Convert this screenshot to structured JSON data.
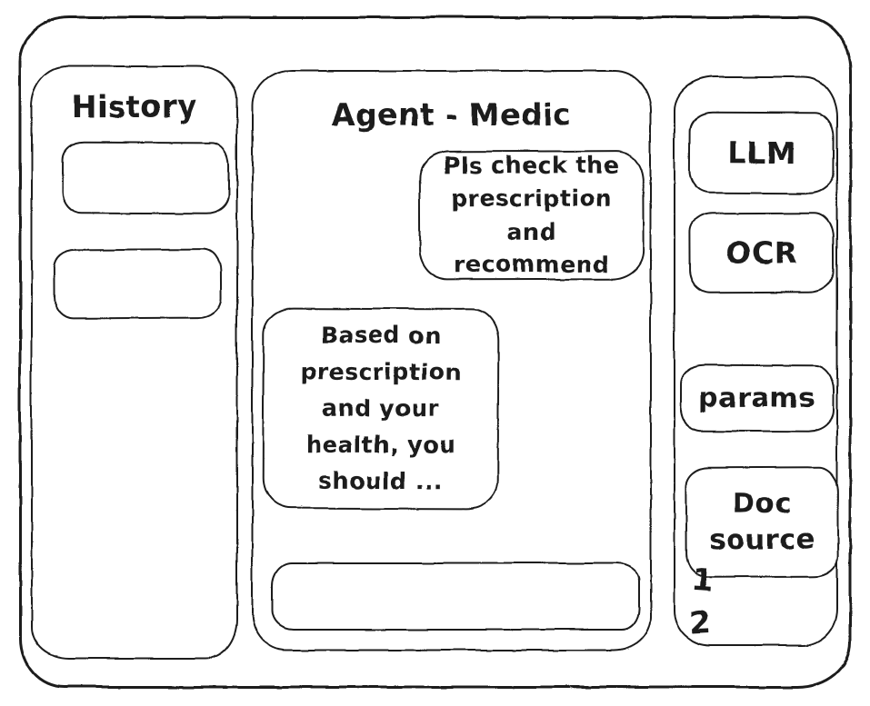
{
  "colors": {
    "ink": "#1e1e1e",
    "background": "#ffffff"
  },
  "history_panel": {
    "title": "History",
    "items": [
      {
        "label": ""
      },
      {
        "label": ""
      }
    ]
  },
  "chat_panel": {
    "title": "Agent - Medic",
    "messages": [
      {
        "role": "user",
        "text": "Pls check the prescription and recommend"
      },
      {
        "role": "assistant",
        "text": "Based on prescription and your health, you should ..."
      }
    ],
    "input": {
      "value": "",
      "placeholder": ""
    }
  },
  "tools_panel": {
    "llm_button": "LLM",
    "ocr_button": "OCR",
    "params_button": "params",
    "doc_source_button": "Doc source",
    "doc_source_items": [
      "1",
      "2"
    ]
  }
}
